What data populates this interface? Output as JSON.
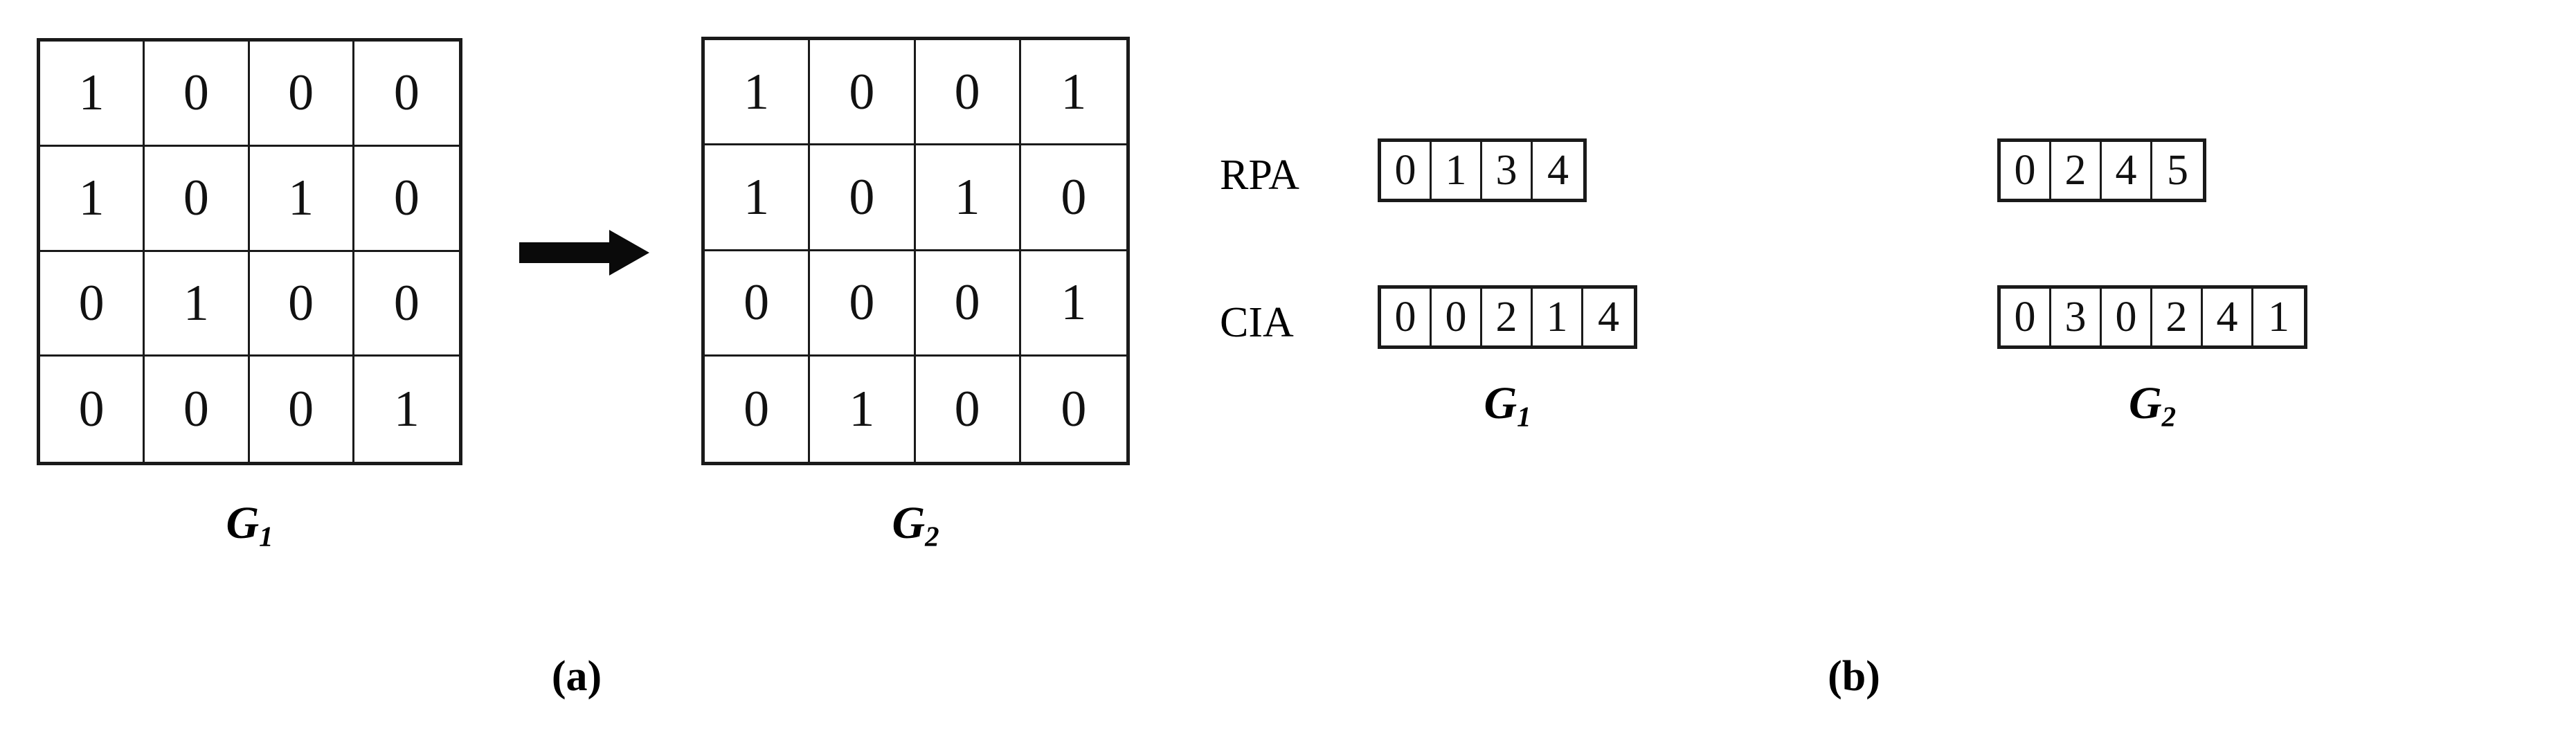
{
  "figure": {
    "panels": [
      {
        "id": "a",
        "caption": "(a)"
      },
      {
        "id": "b",
        "caption": "(b)"
      }
    ]
  },
  "panel_a": {
    "arrow_icon": "right-arrow-icon",
    "matrices": [
      {
        "name": "G1",
        "caption_base": "G",
        "caption_sub": "1",
        "rows": [
          [
            "1",
            "0",
            "0",
            "0"
          ],
          [
            "1",
            "0",
            "1",
            "0"
          ],
          [
            "0",
            "1",
            "0",
            "0"
          ],
          [
            "0",
            "0",
            "0",
            "1"
          ]
        ]
      },
      {
        "name": "G2",
        "caption_base": "G",
        "caption_sub": "2",
        "rows": [
          [
            "1",
            "0",
            "0",
            "1"
          ],
          [
            "1",
            "0",
            "1",
            "0"
          ],
          [
            "0",
            "0",
            "0",
            "1"
          ],
          [
            "0",
            "1",
            "0",
            "0"
          ]
        ]
      }
    ]
  },
  "panel_b": {
    "row_labels": {
      "rpa": "RPA",
      "cia": "CIA"
    },
    "groups": [
      {
        "name": "G1",
        "caption_base": "G",
        "caption_sub": "1",
        "rpa": [
          "0",
          "1",
          "3",
          "4"
        ],
        "cia": [
          "0",
          "0",
          "2",
          "1",
          "4"
        ]
      },
      {
        "name": "G2",
        "caption_base": "G",
        "caption_sub": "2",
        "rpa": [
          "0",
          "2",
          "4",
          "5"
        ],
        "cia": [
          "0",
          "3",
          "0",
          "2",
          "4",
          "1"
        ]
      }
    ]
  },
  "colors": {
    "background": "#ffffff",
    "stroke": "#1a1a1a",
    "text": "#000000"
  }
}
